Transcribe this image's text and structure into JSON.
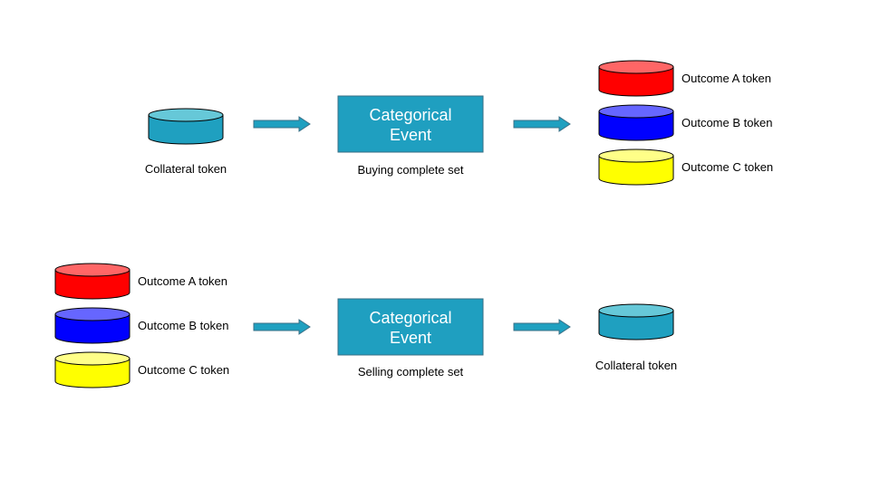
{
  "colors": {
    "teal_fill": "#1fa0c0",
    "teal_top": "#66c8d8",
    "teal_box": "#1f9fc0",
    "red_fill": "#ff0000",
    "red_top": "#ff6666",
    "blue_fill": "#0000ff",
    "blue_top": "#6666ff",
    "yellow_fill": "#ffff00",
    "yellow_top": "#ffff88",
    "arrow": "#1fa0c0"
  },
  "buy_flow": {
    "input_label": "Collateral token",
    "event_box": {
      "line1": "Categorical",
      "line2": "Event"
    },
    "caption": "Buying complete set",
    "outputs": [
      {
        "label": "Outcome A token",
        "color": "red"
      },
      {
        "label": "Outcome B token",
        "color": "blue"
      },
      {
        "label": "Outcome C token",
        "color": "yellow"
      }
    ]
  },
  "sell_flow": {
    "inputs": [
      {
        "label": "Outcome A token",
        "color": "red"
      },
      {
        "label": "Outcome B token",
        "color": "blue"
      },
      {
        "label": "Outcome C token",
        "color": "yellow"
      }
    ],
    "event_box": {
      "line1": "Categorical",
      "line2": "Event"
    },
    "caption": "Selling complete set",
    "output_label": "Collateral token"
  }
}
